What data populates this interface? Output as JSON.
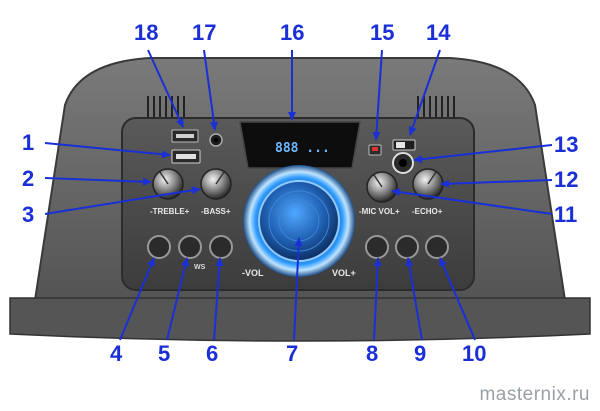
{
  "callouts": [
    "1",
    "2",
    "3",
    "4",
    "5",
    "6",
    "7",
    "8",
    "9",
    "10",
    "11",
    "12",
    "13",
    "14",
    "15",
    "16",
    "17",
    "18"
  ],
  "panel_labels": {
    "treble": "-TREBLE+",
    "bass": "-BASS+",
    "mic_vol": "-MIC VOL+",
    "echo": "-ECHO+",
    "vol_minus": "-VOL",
    "vol_plus": "VOL+"
  },
  "display": {
    "reading": "888 ..."
  },
  "left_buttons_marks": [
    "",
    "WS",
    ""
  ],
  "right_buttons_marks": [
    "",
    "",
    ""
  ],
  "watermark": "masternix.ru",
  "colors": {
    "callout": "#1a2fd6",
    "ring": "#2f9bff",
    "body": "#6f6f6f"
  }
}
